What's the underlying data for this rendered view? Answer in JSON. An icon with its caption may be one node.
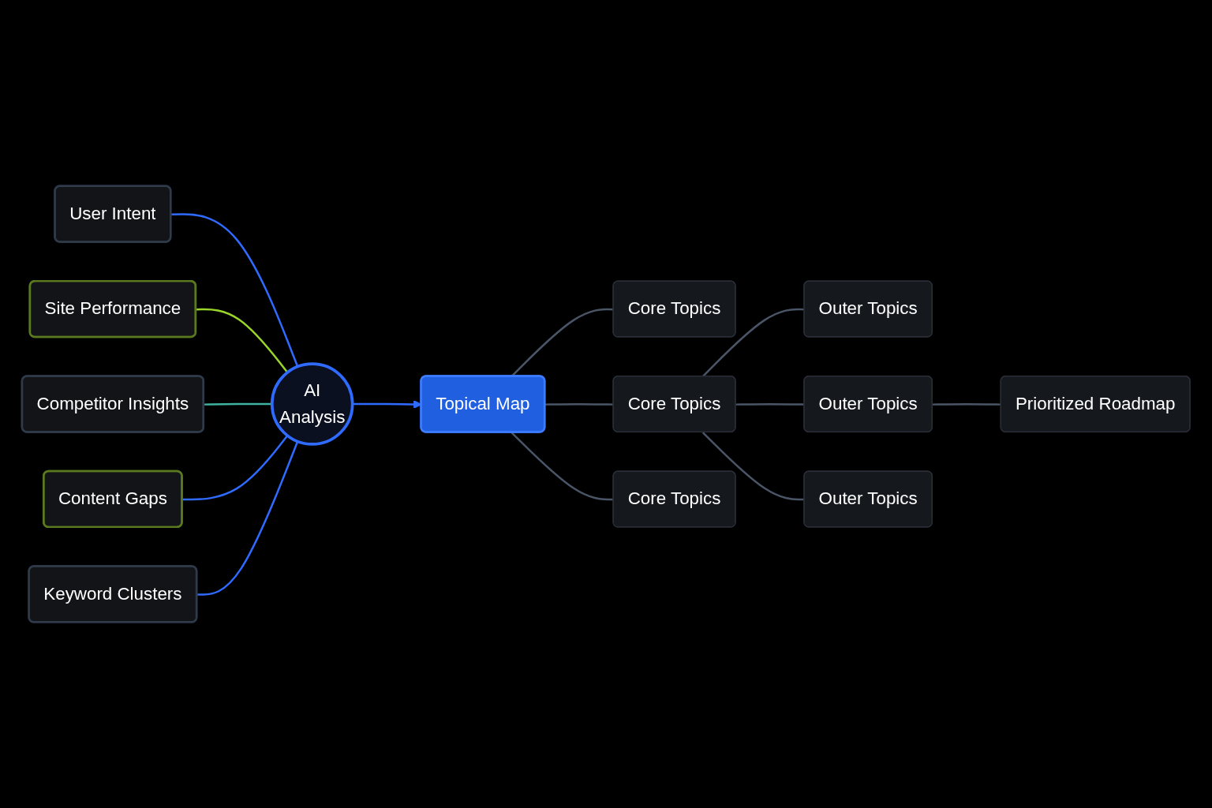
{
  "diagram": {
    "nodes": [
      {
        "text": [
          "User Intent"
        ]
      },
      {
        "text": [
          "Site Performance"
        ]
      },
      {
        "text": [
          "Competitor Insights"
        ]
      },
      {
        "text": [
          "Content Gaps"
        ]
      },
      {
        "text": [
          "Keyword Clusters"
        ]
      },
      {
        "text": [
          "AI",
          "Analysis"
        ]
      },
      {
        "text": [
          "Topical Map"
        ]
      },
      {
        "text": [
          "Core Topics"
        ]
      },
      {
        "text": [
          "Core Topics"
        ]
      },
      {
        "text": [
          "Core Topics"
        ]
      },
      {
        "text": [
          "Outer Topics"
        ]
      },
      {
        "text": [
          "Outer Topics"
        ]
      },
      {
        "text": [
          "Outer Topics"
        ]
      },
      {
        "text": [
          "Prioritized Roadmap"
        ]
      }
    ],
    "edges": [
      {
        "from": 0,
        "to": 5,
        "arrow": "none",
        "color": "#2f6bff"
      },
      {
        "from": 1,
        "to": 5,
        "arrow": "none",
        "color": "#9ad62a"
      },
      {
        "from": 2,
        "to": 5,
        "arrow": "none",
        "color": "#3fb3a0"
      },
      {
        "from": 3,
        "to": 5,
        "arrow": "none",
        "color": "#2f6bff"
      },
      {
        "from": 4,
        "to": 5,
        "arrow": "none",
        "color": "#2f6bff"
      },
      {
        "from": 5,
        "to": 6,
        "arrow": "to",
        "color": "#2f6bff"
      },
      {
        "from": 6,
        "to": 7,
        "arrow": "none"
      },
      {
        "from": 6,
        "to": 8,
        "arrow": "none"
      },
      {
        "from": 6,
        "to": 9,
        "arrow": "none"
      },
      {
        "from": 8,
        "to": 10,
        "arrow": "none"
      },
      {
        "from": 8,
        "to": 11,
        "arrow": "none"
      },
      {
        "from": 8,
        "to": 12,
        "arrow": "none"
      },
      {
        "from": 11,
        "to": 13,
        "arrow": "none"
      }
    ]
  }
}
